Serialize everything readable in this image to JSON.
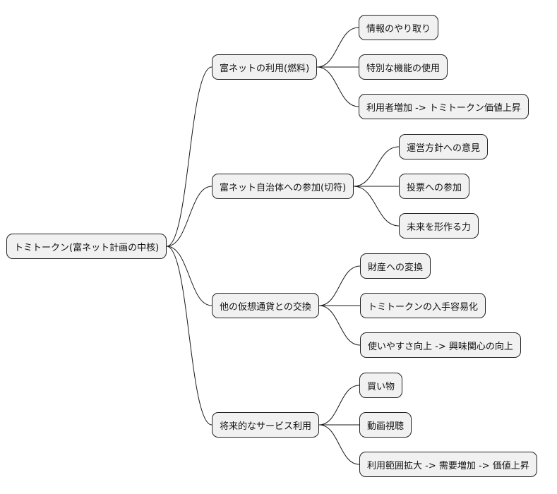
{
  "mindmap": {
    "root": {
      "label": "トミトークン(富ネット計画の中核)"
    },
    "branches": [
      {
        "label": "富ネットの利用(燃料)",
        "children": [
          {
            "label": "情報のやり取り"
          },
          {
            "label": "特別な機能の使用"
          },
          {
            "label": "利用者増加 -> トミトークン価値上昇"
          }
        ]
      },
      {
        "label": "富ネット自治体への参加(切符)",
        "children": [
          {
            "label": "運営方針への意見"
          },
          {
            "label": "投票への参加"
          },
          {
            "label": "未来を形作る力"
          }
        ]
      },
      {
        "label": "他の仮想通貨との交換",
        "children": [
          {
            "label": "財産への変換"
          },
          {
            "label": "トミトークンの入手容易化"
          },
          {
            "label": "使いやすさ向上 -> 興味関心の向上"
          }
        ]
      },
      {
        "label": "将来的なサービス利用",
        "children": [
          {
            "label": "買い物"
          },
          {
            "label": "動画視聴"
          },
          {
            "label": "利用範囲拡大 -> 需要増加 -> 価値上昇"
          }
        ]
      }
    ]
  }
}
